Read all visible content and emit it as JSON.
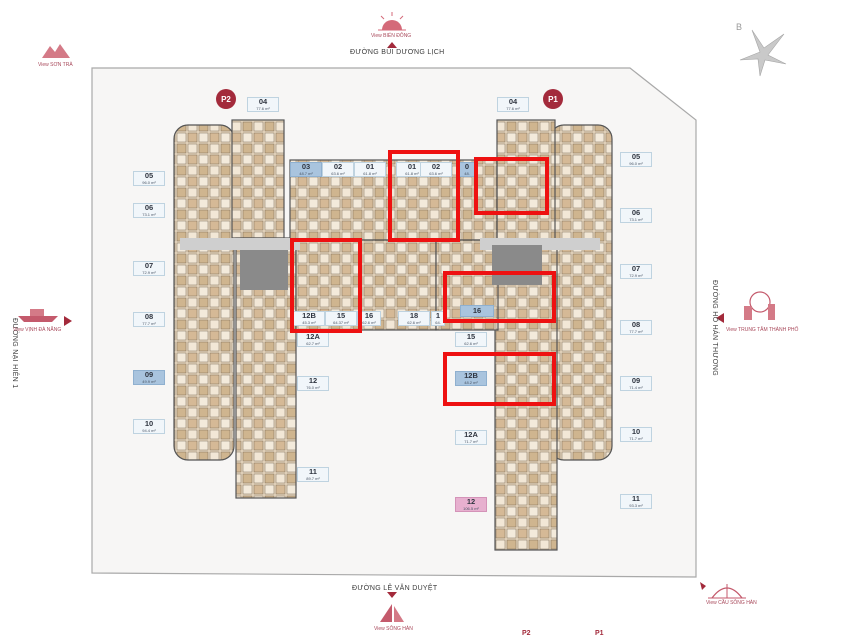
{
  "streets": {
    "top": "ĐƯỜNG BÙI DƯƠNG LỊCH",
    "bottom": "ĐƯỜNG LÊ VĂN DUYỆT",
    "left": "ĐƯỜNG NẠI HIÊN 1",
    "right": "ĐƯỜNG HỒ HÁN THƯƠNG"
  },
  "views": {
    "top": "View BIỂN ĐÔNG",
    "top_left": "View SƠN TRÀ",
    "left": "View VỊNH ĐÀ NẴNG",
    "right": "View TRUNG TÂM THÀNH PHỐ",
    "bottom": "View SÔNG HÀN",
    "bottom_right": "View CẦU SÔNG HÀN"
  },
  "compass_letter": "B",
  "towers": {
    "left": "P2",
    "right": "P1"
  },
  "bottom_tabs": {
    "left": "P2",
    "right": "P1"
  },
  "units_p2": {
    "u04": {
      "n": "04",
      "a": "77.6 m²"
    },
    "u05": {
      "n": "05",
      "a": "96.0 m²"
    },
    "u06": {
      "n": "06",
      "a": "73.1 m²"
    },
    "u07": {
      "n": "07",
      "a": "72.9 m²"
    },
    "u08": {
      "n": "08",
      "a": "77.7 m²"
    },
    "u09": {
      "n": "09",
      "a": "49.9 m²"
    },
    "u10": {
      "n": "10",
      "a": "94.4 m²"
    },
    "u11": {
      "n": "11",
      "a": "89.7 m²"
    },
    "u12": {
      "n": "12",
      "a": "76.0 m²"
    },
    "u12a": {
      "n": "12A",
      "a": "62.7 m²"
    },
    "u12b": {
      "n": "12B",
      "a": "45.3 m²"
    },
    "u15": {
      "n": "15",
      "a": "64.37 m²"
    },
    "u16": {
      "n": "16",
      "a": "62.6 m²"
    },
    "u03": {
      "n": "03",
      "a": "48.7 m²"
    },
    "u02": {
      "n": "02",
      "a": "63.6 m²"
    },
    "u01": {
      "n": "01",
      "a": "61.8 m²"
    }
  },
  "units_p1": {
    "u01": {
      "n": "01",
      "a": "61.8 m²"
    },
    "u02": {
      "n": "02",
      "a": "63.6 m²"
    },
    "u03": {
      "n": "0",
      "a": "48."
    },
    "u04": {
      "n": "04",
      "a": "77.6 m²"
    },
    "u05": {
      "n": "05",
      "a": "96.0 m²"
    },
    "u06": {
      "n": "06",
      "a": "73.1 m²"
    },
    "u07": {
      "n": "07",
      "a": "72.9 m²"
    },
    "u08": {
      "n": "08",
      "a": "77.7 m²"
    },
    "u09": {
      "n": "09",
      "a": "71.4 m²"
    },
    "u10": {
      "n": "10",
      "a": "71.7 m²"
    },
    "u11": {
      "n": "11",
      "a": "93.3 m²"
    },
    "u12": {
      "n": "12",
      "a": "106.5 m²"
    },
    "u12a": {
      "n": "12A",
      "a": "71.7 m²"
    },
    "u12b": {
      "n": "12B",
      "a": "48.2 m²"
    },
    "u15": {
      "n": "15",
      "a": "62.6 m²"
    },
    "u16": {
      "n": "16",
      "a": ""
    },
    "u18": {
      "n": "18",
      "a": "62.6 m²"
    },
    "u1x": {
      "n": "1",
      "a": "64."
    }
  },
  "colors": {
    "highlight": "#ee1111",
    "brand": "#a32a3b",
    "selected_blue": "#a9c4de",
    "selected_pink": "#e7b0cf"
  }
}
